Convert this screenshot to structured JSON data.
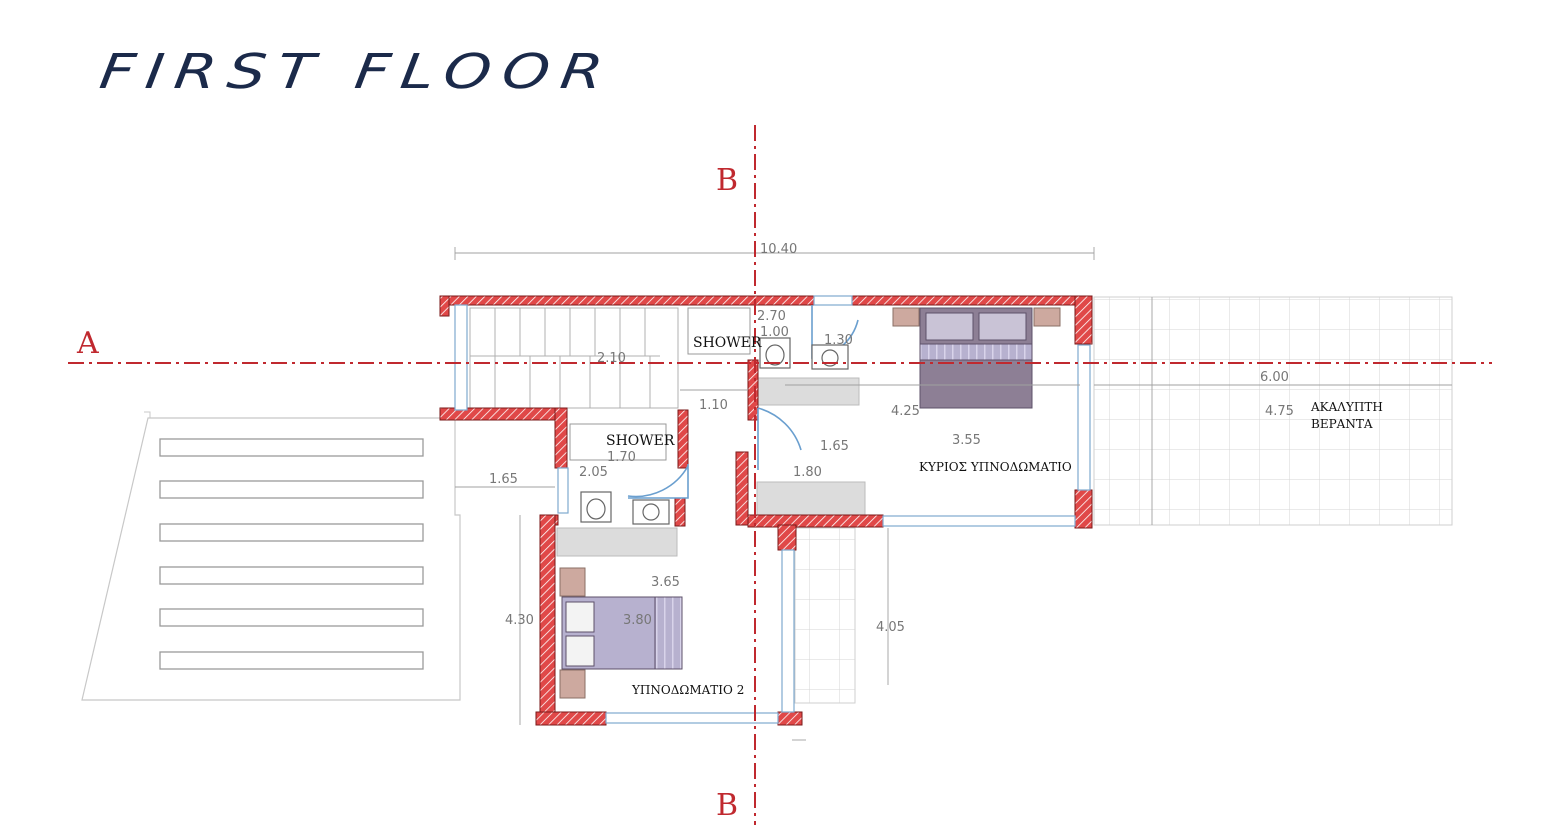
{
  "title": "FIRST FLOOR",
  "colors": {
    "section_line": "#c0292f",
    "wall_fill": "#d83b3b",
    "title": "#1b2a4a",
    "bed": "#8d7f95",
    "door": "#6a9fcf"
  },
  "section_markers": {
    "a": "A",
    "b_top": "B",
    "b_bottom": "B"
  },
  "rooms": {
    "shower_1": "SHOWER",
    "shower_2": "SHOWER",
    "master_bedroom": "ΚΥΡΙΟΣ ΥΠΝΟΔΩΜΑΤΙΟ",
    "bedroom_2": "ΥΠΝΟΔΩΜΑΤΙΟ 2",
    "veranda_line1": "ΑΚΑΛΥΠΤΗ",
    "veranda_line2": "ΒΕΡΑΝΤΑ"
  },
  "dimensions": {
    "overall_width": "10.40",
    "d270": "2.70",
    "d100": "1.00",
    "d130": "1.30",
    "d210": "2.10",
    "d110": "1.10",
    "d425": "4.25",
    "d165_hall": "1.65",
    "d355": "3.55",
    "d180": "1.80",
    "d170": "1.70",
    "d205": "2.05",
    "d165_left": "1.65",
    "d600": "6.00",
    "d475": "4.75",
    "d365": "3.65",
    "d380": "3.80",
    "d430": "4.30",
    "d405": "4.05"
  }
}
